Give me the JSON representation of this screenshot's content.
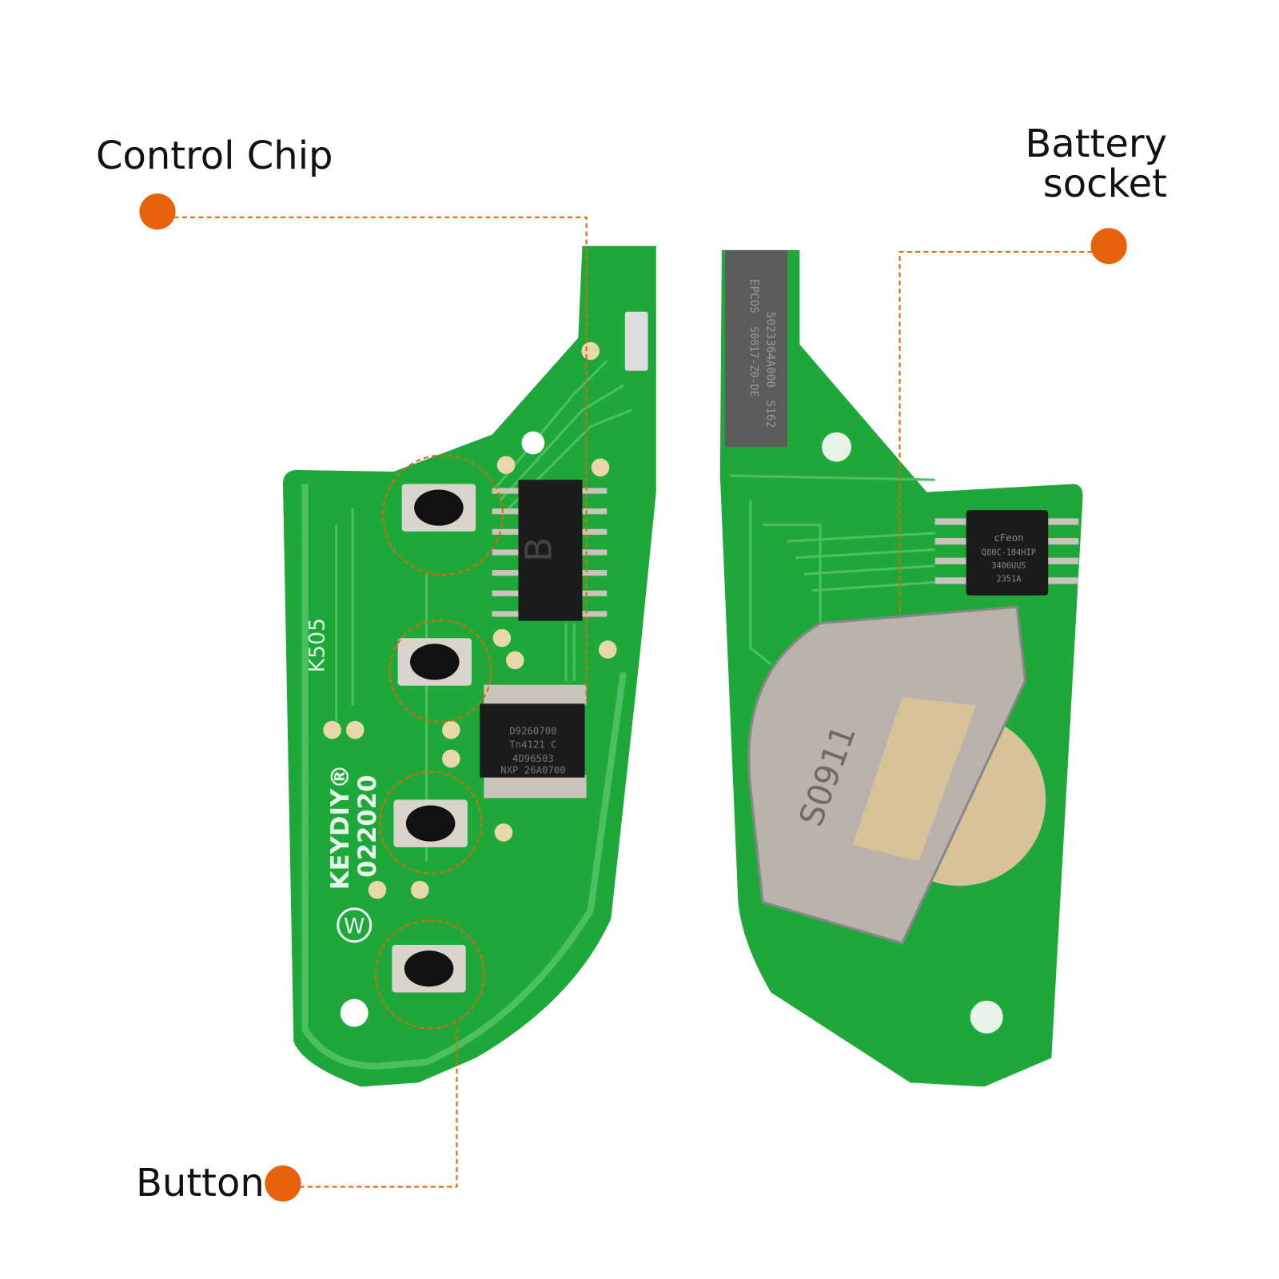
{
  "labels": {
    "control_chip": "Control Chip",
    "battery_socket_line1": "Battery",
    "battery_socket_line2": "socket",
    "button": "Button"
  },
  "pcb_markings": {
    "model": "K505",
    "brand": "KEYDIY®",
    "date_code": "022020",
    "chip_letter": "B",
    "nxp_chip": [
      "NXP 26A0700",
      "4D96503",
      "Tn4121 C",
      "D9260700"
    ],
    "antenna": [
      "EPCOS",
      "5023364A000",
      "S0817-Z0-DE",
      "S162"
    ],
    "flash_chip": [
      "cFeon",
      "Q80C-104HIP",
      "3406UUS",
      "2351A"
    ],
    "battery_holder": [
      "S0911"
    ],
    "logo_letter": "W"
  },
  "colors": {
    "accent": "#e8620c",
    "pcb_green": "#1fa83a",
    "trace_green": "#4cc060",
    "chip": "#1b1b1b",
    "metal": "#b9b3ac"
  }
}
